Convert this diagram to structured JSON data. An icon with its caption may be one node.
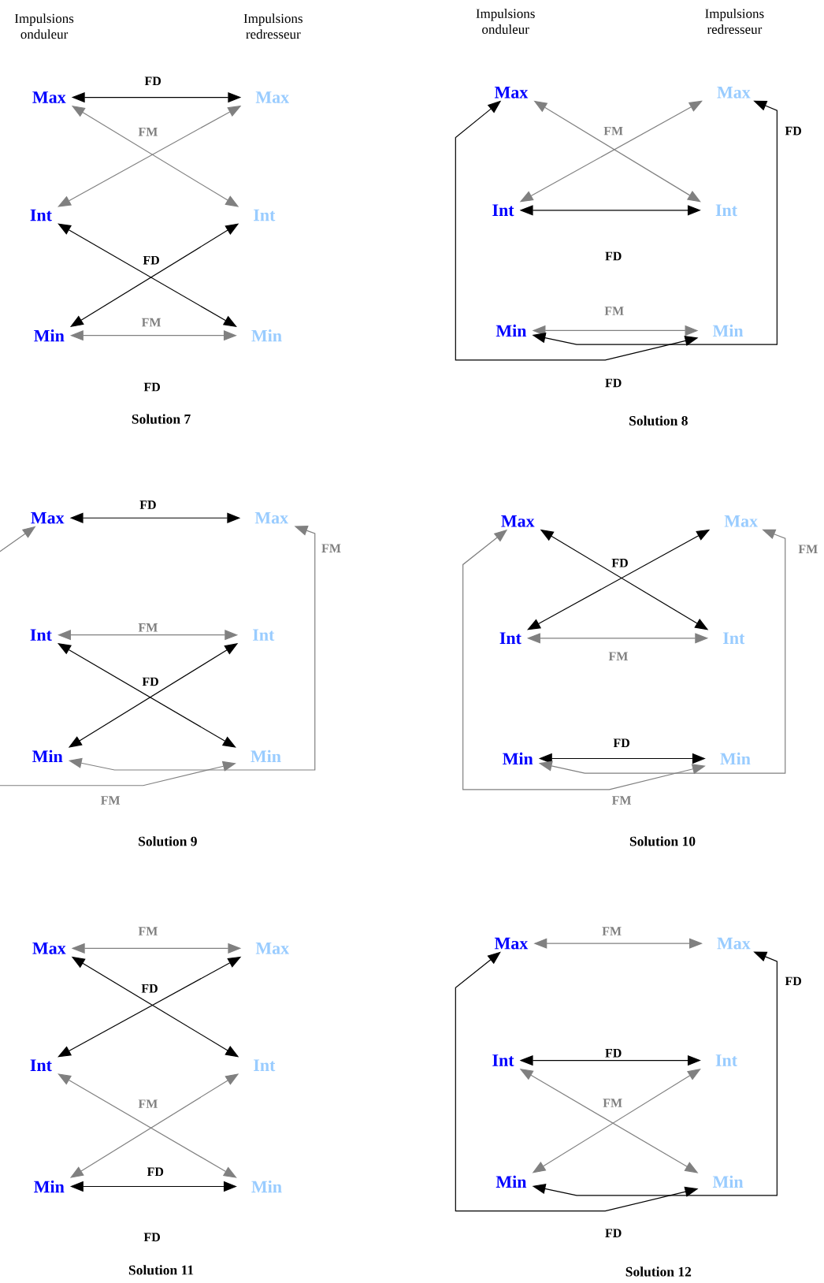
{
  "diagram": {
    "nodes": [
      {
        "text": [
          "Max"
        ]
      },
      {
        "text": [
          "Int"
        ]
      },
      {
        "text": [
          "Min"
        ]
      },
      {
        "text": [
          "Max"
        ]
      },
      {
        "text": [
          "Int"
        ]
      },
      {
        "text": [
          "Min"
        ]
      },
      {
        "text": [
          "Max"
        ]
      },
      {
        "text": [
          "Int"
        ]
      },
      {
        "text": [
          "Min"
        ]
      },
      {
        "text": [
          "Max"
        ]
      },
      {
        "text": [
          "Int"
        ]
      },
      {
        "text": [
          "Min"
        ]
      },
      {
        "text": [
          "Max"
        ]
      },
      {
        "text": [
          "Int"
        ]
      },
      {
        "text": [
          "Min"
        ]
      },
      {
        "text": [
          "Max"
        ]
      },
      {
        "text": [
          "Int"
        ]
      },
      {
        "text": [
          "Min"
        ]
      },
      {
        "text": [
          "Max"
        ]
      },
      {
        "text": [
          "Int"
        ]
      },
      {
        "text": [
          "Min"
        ]
      },
      {
        "text": [
          "Max"
        ]
      },
      {
        "text": [
          "Int"
        ]
      },
      {
        "text": [
          "Min"
        ]
      },
      {
        "text": [
          "Max"
        ]
      },
      {
        "text": [
          "Int"
        ]
      },
      {
        "text": [
          "Min"
        ]
      },
      {
        "text": [
          "Max"
        ]
      },
      {
        "text": [
          "Int"
        ]
      },
      {
        "text": [
          "Min"
        ]
      },
      {
        "text": [
          "Max"
        ]
      },
      {
        "text": [
          "Int"
        ]
      },
      {
        "text": [
          "Min"
        ]
      },
      {
        "text": [
          "Max"
        ]
      },
      {
        "text": [
          "Int"
        ]
      },
      {
        "text": [
          "Min"
        ]
      }
    ],
    "edges": [
      {
        "from": 0,
        "to": 3,
        "arrow": "both",
        "label": "FD"
      },
      {
        "from": 0,
        "to": 4,
        "arrow": "both",
        "label": "FM",
        "color": "#808080"
      },
      {
        "from": 3,
        "to": 1,
        "arrow": "both",
        "color": "#808080"
      },
      {
        "from": 1,
        "to": 5,
        "arrow": "both",
        "label": "FD"
      },
      {
        "from": 2,
        "to": 4,
        "arrow": "both"
      },
      {
        "from": 2,
        "to": 5,
        "arrow": "both",
        "label": "FM",
        "color": "#808080"
      },
      {
        "from": 6,
        "to": 10,
        "arrow": "both",
        "label": "FM",
        "color": "#808080"
      },
      {
        "from": 9,
        "to": 7,
        "arrow": "both",
        "color": "#808080"
      },
      {
        "from": 7,
        "to": 10,
        "arrow": "both",
        "label": "FD"
      },
      {
        "from": 8,
        "to": 11,
        "arrow": "both",
        "label": "FM",
        "color": "#808080"
      },
      {
        "from": 6,
        "to": 11,
        "arrow": "both",
        "label": "FD"
      },
      {
        "from": 9,
        "to": 8,
        "arrow": "both",
        "label": "FD"
      },
      {
        "from": 12,
        "to": 15,
        "arrow": "both",
        "label": "FD"
      },
      {
        "from": 13,
        "to": 16,
        "arrow": "both",
        "label": "FM",
        "color": "#808080"
      },
      {
        "from": 13,
        "to": 17,
        "arrow": "both",
        "label": "FD"
      },
      {
        "from": 14,
        "to": 16,
        "arrow": "both"
      },
      {
        "from": 12,
        "to": 17,
        "arrow": "both",
        "label": "FM",
        "color": "#808080"
      },
      {
        "from": 15,
        "to": 14,
        "arrow": "both",
        "label": "FM",
        "color": "#808080"
      },
      {
        "from": 18,
        "to": 22,
        "arrow": "both",
        "label": "FD"
      },
      {
        "from": 21,
        "to": 19,
        "arrow": "both"
      },
      {
        "from": 19,
        "to": 22,
        "arrow": "both",
        "label": "FM",
        "color": "#808080"
      },
      {
        "from": 20,
        "to": 23,
        "arrow": "both",
        "label": "FD"
      },
      {
        "from": 18,
        "to": 23,
        "arrow": "both",
        "label": "FM",
        "color": "#808080"
      },
      {
        "from": 21,
        "to": 20,
        "arrow": "both",
        "label": "FM",
        "color": "#808080"
      },
      {
        "from": 24,
        "to": 27,
        "arrow": "both",
        "label": "FM",
        "color": "#808080"
      },
      {
        "from": 24,
        "to": 28,
        "arrow": "both",
        "label": "FD"
      },
      {
        "from": 27,
        "to": 25,
        "arrow": "both"
      },
      {
        "from": 25,
        "to": 29,
        "arrow": "both",
        "label": "FM",
        "color": "#808080"
      },
      {
        "from": 26,
        "to": 28,
        "arrow": "both",
        "color": "#808080"
      },
      {
        "from": 26,
        "to": 29,
        "arrow": "both",
        "label": "FD"
      },
      {
        "from": 30,
        "to": 33,
        "arrow": "both",
        "label": "FM",
        "color": "#808080"
      },
      {
        "from": 31,
        "to": 34,
        "arrow": "both",
        "label": "FD"
      },
      {
        "from": 31,
        "to": 35,
        "arrow": "both",
        "label": "FM",
        "color": "#808080"
      },
      {
        "from": 32,
        "to": 34,
        "arrow": "both",
        "color": "#808080"
      },
      {
        "from": 30,
        "to": 35,
        "arrow": "both",
        "label": "FD"
      },
      {
        "from": 33,
        "to": 32,
        "arrow": "both",
        "label": "FD"
      }
    ],
    "labels": [
      "Impulsions onduleur",
      "Impulsions redresseur",
      "Impulsions onduleur",
      "Impulsions redresseur",
      "FD",
      "Solution 7",
      "Solution 8",
      "Solution 9",
      "Solution 10",
      "FD",
      "Solution 11",
      "Solution 12"
    ]
  }
}
